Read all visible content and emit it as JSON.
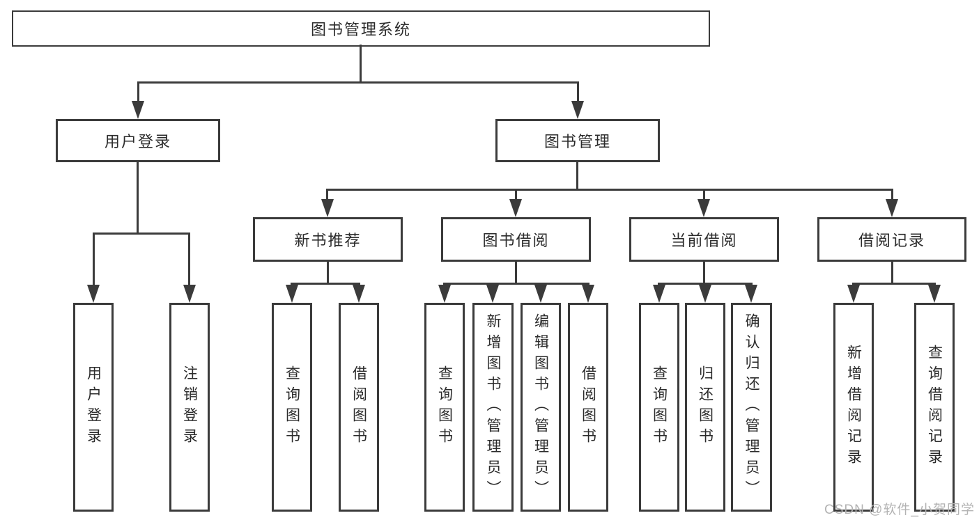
{
  "diagram": {
    "root": {
      "label": "图书管理系统"
    },
    "branches": [
      {
        "label": "用户登录",
        "leaves": [
          {
            "label": "用户登录"
          },
          {
            "label": "注销登录"
          }
        ]
      },
      {
        "label": "图书管理",
        "sections": [
          {
            "label": "新书推荐",
            "leaves": [
              {
                "label": "查询图书"
              },
              {
                "label": "借阅图书"
              }
            ]
          },
          {
            "label": "图书借阅",
            "leaves": [
              {
                "label": "查询图书"
              },
              {
                "label": "新增图书（管理员）"
              },
              {
                "label": "编辑图书（管理员）"
              },
              {
                "label": "借阅图书"
              }
            ]
          },
          {
            "label": "当前借阅",
            "leaves": [
              {
                "label": "查询图书"
              },
              {
                "label": "归还图书"
              },
              {
                "label": "确认归还（管理员）"
              }
            ]
          },
          {
            "label": "借阅记录",
            "leaves": [
              {
                "label": "新增借阅记录"
              },
              {
                "label": "查询借阅记录"
              }
            ]
          }
        ]
      }
    ]
  },
  "watermark": {
    "text": "CSDN @软件_小贺同学"
  },
  "colors": {
    "line": "#3b3b3b",
    "text": "#2b2b2b",
    "background": "#ffffff",
    "watermark": "#b3b3b3"
  }
}
